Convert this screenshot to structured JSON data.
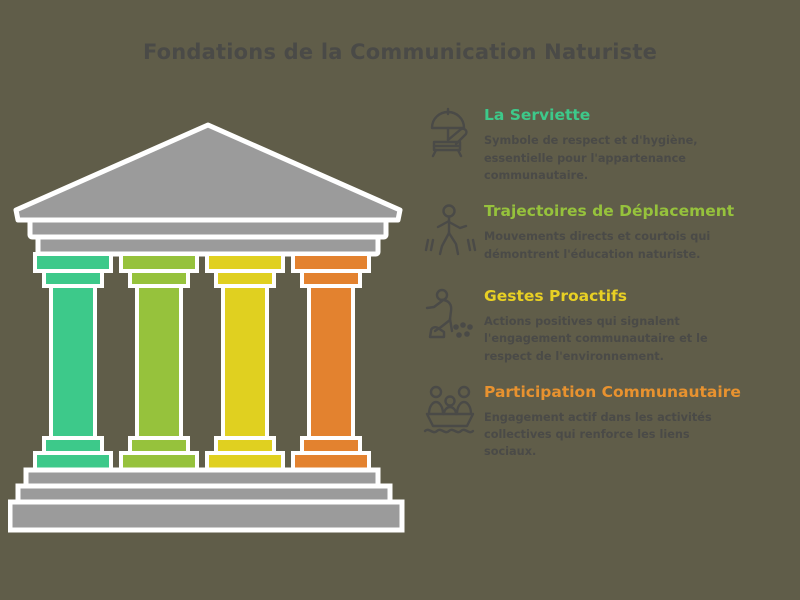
{
  "page": {
    "title": "Fondations de la Communication Naturiste",
    "background_color": "#605D49",
    "title_color": "#4A4A47",
    "body_text_color": "#4A4A47"
  },
  "temple": {
    "stone_color": "#9B9B9B",
    "outline_color": "#FFFFFF",
    "pediment_label": "pediment",
    "column_count": 4,
    "columns": [
      {
        "color": "#3DC98A",
        "name": "pillar-serviette"
      },
      {
        "color": "#96C23C",
        "name": "pillar-trajectoires"
      },
      {
        "color": "#E0D020",
        "name": "pillar-gestes"
      },
      {
        "color": "#E3822F",
        "name": "pillar-participation"
      }
    ]
  },
  "items": [
    {
      "icon": "beach-umbrella-lounger-icon",
      "title": "La Serviette",
      "color": "#3DC98A",
      "description": "Symbole de respect et d'hygiène, essentielle pour l'appartenance communautaire."
    },
    {
      "icon": "walking-person-icon",
      "title": "Trajectoires de Déplacement",
      "color": "#96C23C",
      "description": "Mouvements directs et courtois qui démontrent l'éducation naturiste."
    },
    {
      "icon": "person-picking-litter-icon",
      "title": "Gestes Proactifs",
      "color": "#E8D024",
      "description": "Actions positives qui signalent l'engagement communautaire et le respect de l'environnement."
    },
    {
      "icon": "family-in-boat-icon",
      "title": "Participation Communautaire",
      "color": "#E8922F",
      "description": "Engagement actif dans les activités collectives qui renforce les liens sociaux."
    }
  ]
}
